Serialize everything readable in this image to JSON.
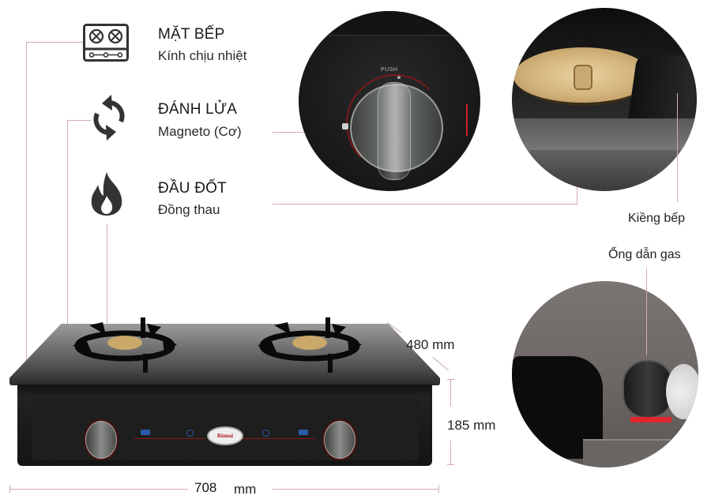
{
  "features": [
    {
      "title": "MẶT BẾP",
      "subtitle": "Kính chịu nhiệt",
      "icon": "cooktop-icon"
    },
    {
      "title": "ĐÁNH LỬA",
      "subtitle": "Magneto (Cơ)",
      "icon": "refresh-cycle-icon"
    },
    {
      "title": "ĐẦU ĐỐT",
      "subtitle": "Đồng thau",
      "icon": "flame-icon"
    }
  ],
  "detail_callouts": {
    "knob_label": "PUSH",
    "burner_ring_label": "Kiềng bếp",
    "gas_pipe_label": "Ống dẫn gas"
  },
  "dimensions": {
    "depth": "480 mm",
    "height": "185 mm",
    "width_value": "708",
    "width_unit": "mm"
  },
  "product": {
    "brand": "Rinnai"
  },
  "colors": {
    "leader_line": "#d9a9ae",
    "dot": "#e88b98",
    "stove_body": "#1c1c1c",
    "brass": "#c9a86a"
  }
}
